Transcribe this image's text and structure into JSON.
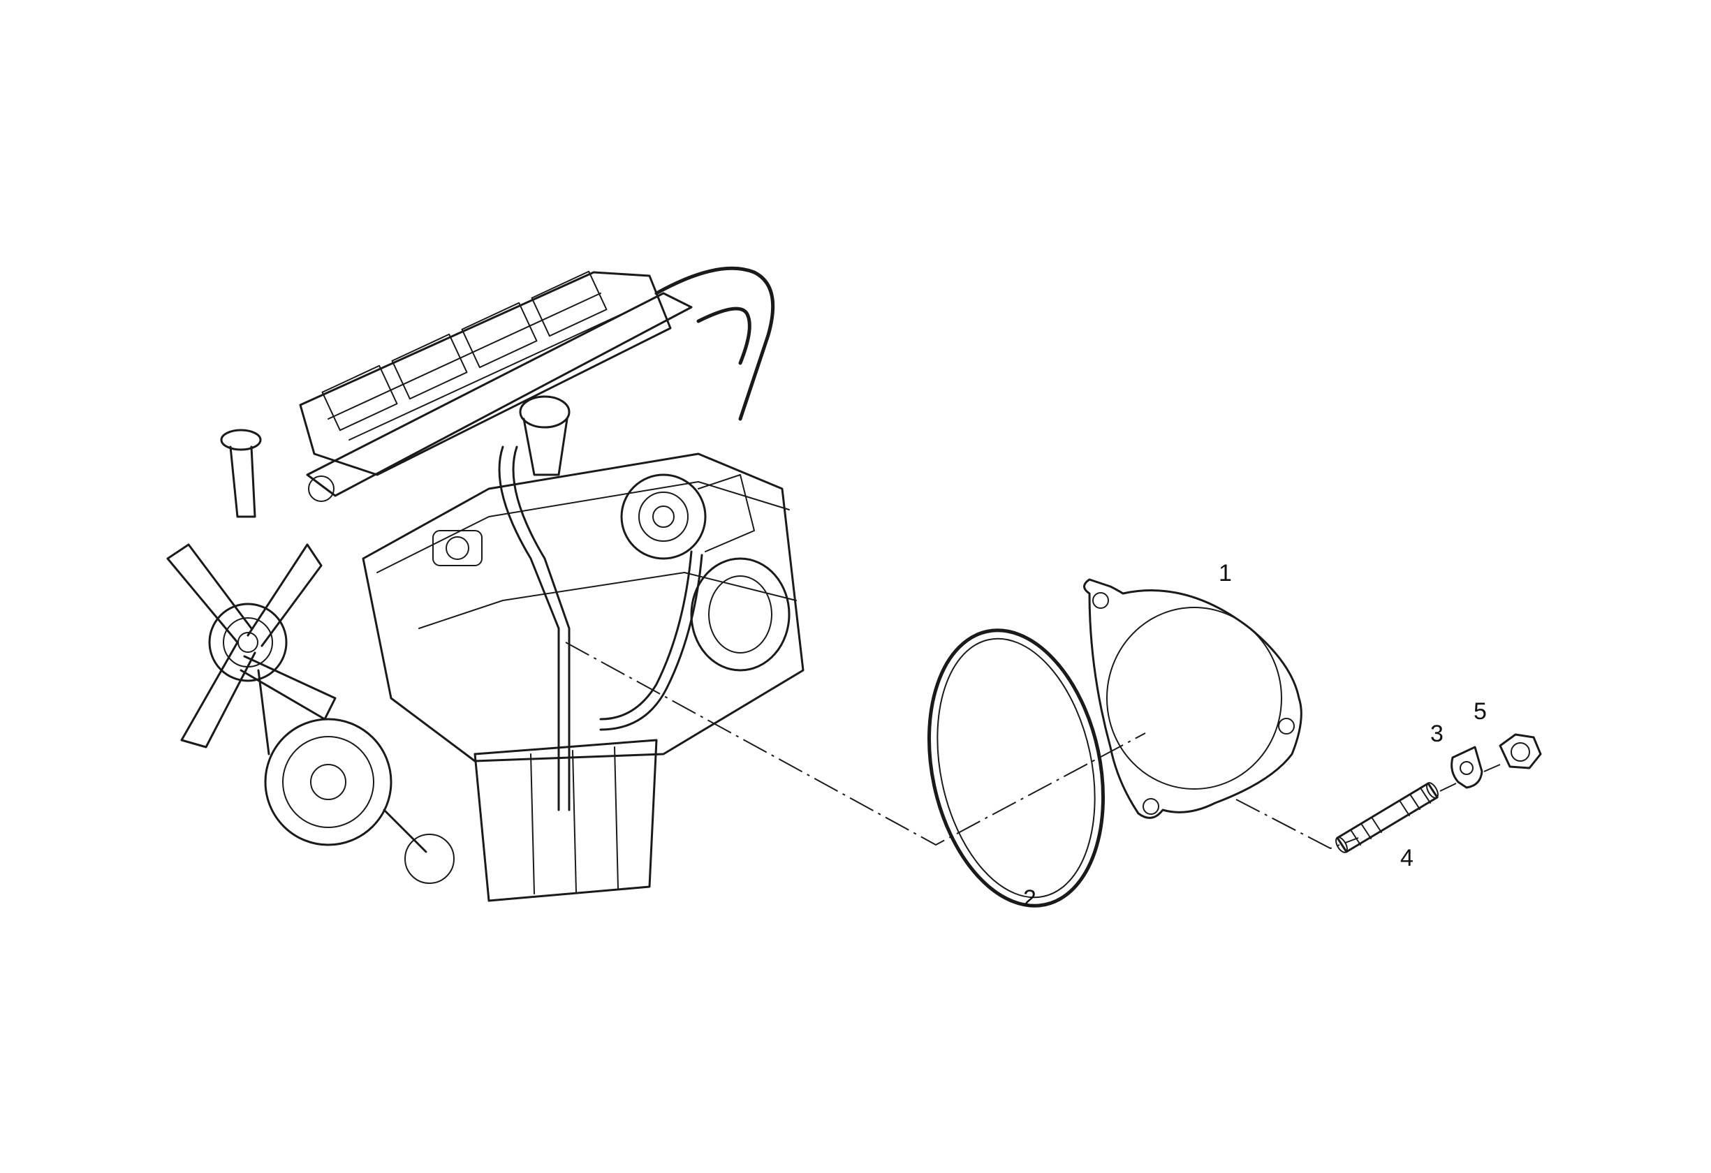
{
  "callouts": {
    "part_1": "1",
    "part_2": "2",
    "part_3": "3",
    "part_4": "4",
    "part_5": "5"
  },
  "colors": {
    "ink": "#1a1a1a",
    "background": "#ffffff"
  }
}
